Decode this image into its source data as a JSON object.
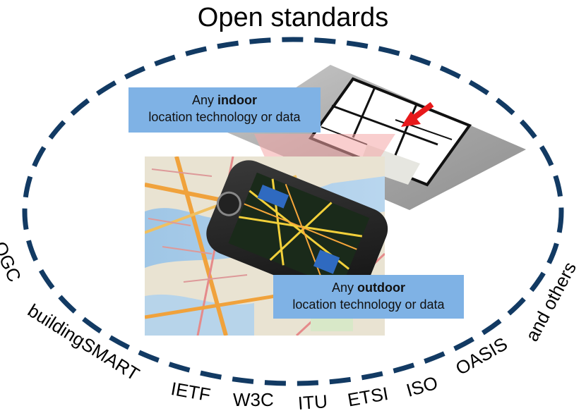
{
  "title": "Open standards",
  "indoor": {
    "prefix": "Any ",
    "keyword": "indoor",
    "line2": "location technology or data"
  },
  "outdoor": {
    "prefix": "Any ",
    "keyword": "outdoor",
    "line2": "location technology or data"
  },
  "standards": [
    "OGC",
    "buildingSMART",
    "IETF",
    "W3C",
    "ITU",
    "ETSI",
    "ISO",
    "OASIS",
    "and others"
  ],
  "colors": {
    "ellipse_dash": "#123a63",
    "callout_bg": "#7fb2e5",
    "arrow": "#e8191b",
    "beam": "#f4a6a6"
  }
}
